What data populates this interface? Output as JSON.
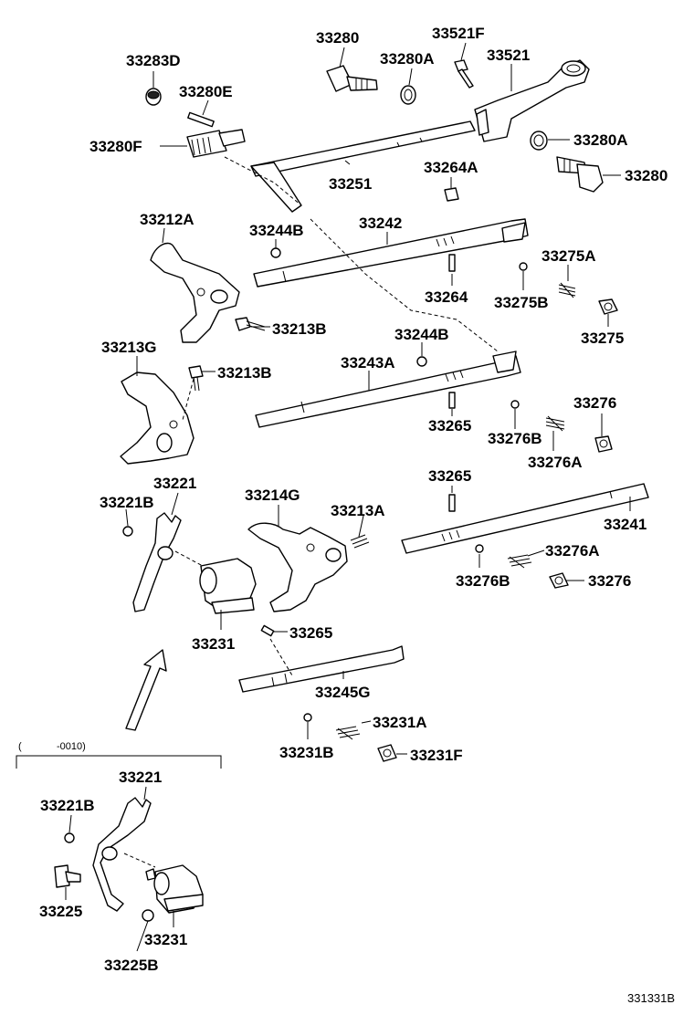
{
  "parts": {
    "p33283D": "33283D",
    "p33280E": "33280E",
    "p33280F": "33280F",
    "p33280_top": "33280",
    "p33280A_top": "33280A",
    "p33521F": "33521F",
    "p33521": "33521",
    "p33280A_right": "33280A",
    "p33280_right": "33280",
    "p33251": "33251",
    "p33264A": "33264A",
    "p33212A": "33212A",
    "p33244B_top": "33244B",
    "p33242": "33242",
    "p33275A": "33275A",
    "p33264": "33264",
    "p33275B": "33275B",
    "p33275": "33275",
    "p33213B_a": "33213B",
    "p33213G": "33213G",
    "p33244B_mid": "33244B",
    "p33243A": "33243A",
    "p33213B_b": "33213B",
    "p33276_top": "33276",
    "p33265_a": "33265",
    "p33276B_top": "33276B",
    "p33276A_top": "33276A",
    "p33221": "33221",
    "p33265_b": "33265",
    "p33221B": "33221B",
    "p33214G": "33214G",
    "p33213A": "33213A",
    "p33241": "33241",
    "p33276A_low": "33276A",
    "p33276B_low": "33276B",
    "p33276_low": "33276",
    "p33231": "33231",
    "p33265_c": "33265",
    "p33245G": "33245G",
    "p33231A": "33231A",
    "p33231B": "33231B",
    "p33231F": "33231F",
    "alt_33221": "33221",
    "alt_33221B": "33221B",
    "alt_33225": "33225",
    "alt_33231": "33231",
    "alt_33225B": "33225B"
  },
  "applicability": {
    "open_paren": "(",
    "range": "-0010)"
  },
  "diagram_code": "331331B"
}
